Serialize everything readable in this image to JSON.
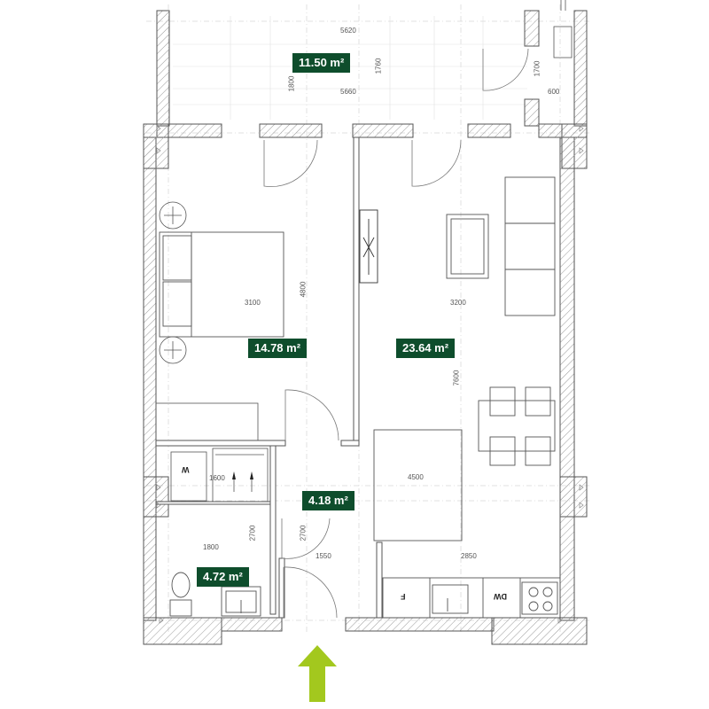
{
  "colors": {
    "wall_hatch": "#9a9a9a",
    "wall_line": "#555555",
    "grid_line": "#cfcfcf",
    "badge_bg": "#0e4d2c",
    "badge_text": "#ffffff",
    "entrance_arrow": "#a3c81e"
  },
  "rooms": {
    "balcony": {
      "area": "11.50 m²"
    },
    "bedroom": {
      "area": "14.78 m²"
    },
    "living": {
      "area": "23.64 m²"
    },
    "hall": {
      "area": "4.18 m²"
    },
    "bathroom": {
      "area": "4.72 m²"
    }
  },
  "dimensions": {
    "balcony_width_outer": "5620",
    "balcony_width_inner": "5660",
    "balcony_depth_left": "1800",
    "balcony_depth_right": "1760",
    "balcony_side_depth": "1700",
    "balcony_side_width": "600",
    "bedroom_width": "3100",
    "bedroom_depth": "4800",
    "living_width": "3200",
    "living_depth": "7600",
    "closet_width": "1600",
    "hall_width": "4500",
    "bath_depth": "2700",
    "hall_depth": "2700",
    "bath_width": "1800",
    "hall_inner_width": "1550",
    "kitchen_width": "2850"
  },
  "fixtures": {
    "wardrobe_label": "W",
    "fridge_label": "F",
    "dishwasher_label": "DW"
  },
  "icons": {
    "entrance": "entrance-arrow-icon",
    "door": "door-swing-icon",
    "bed": "bed-icon",
    "sofa": "sofa-icon",
    "tv": "tv-icon",
    "dining": "dining-table-icon",
    "toilet": "toilet-icon",
    "sink": "sink-icon",
    "stove": "stove-icon",
    "lamp": "lamp-icon"
  }
}
